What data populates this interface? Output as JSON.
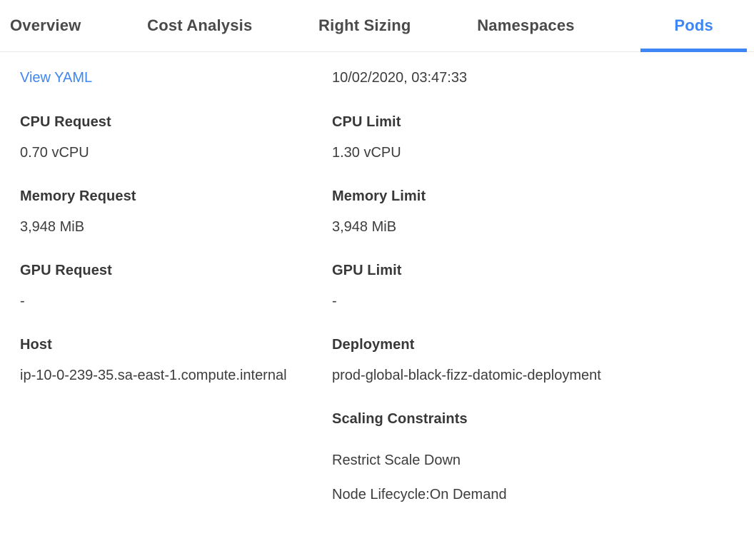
{
  "colors": {
    "accent": "#3e86f5",
    "label_text": "#383838",
    "value_text": "#3d3d3d",
    "tab_text": "#4a4a4a",
    "divider": "#e9e9e9"
  },
  "tabs": {
    "items": [
      {
        "label": "Overview",
        "active": false
      },
      {
        "label": "Cost Analysis",
        "active": false
      },
      {
        "label": "Right Sizing",
        "active": false
      },
      {
        "label": "Namespaces",
        "active": false
      },
      {
        "label": "Pods",
        "active": true
      }
    ]
  },
  "details": {
    "view_yaml_link": "View YAML",
    "timestamp": "10/02/2020, 03:47:33",
    "fields_left": [
      {
        "label": "CPU Request",
        "value": "0.70 vCPU"
      },
      {
        "label": "Memory Request",
        "value": "3,948 MiB"
      },
      {
        "label": "GPU Request",
        "value": "-"
      },
      {
        "label": "Host",
        "value": "ip-10-0-239-35.sa-east-1.compute.internal"
      }
    ],
    "fields_right": [
      {
        "label": "CPU Limit",
        "value": "1.30 vCPU"
      },
      {
        "label": "Memory Limit",
        "value": "3,948 MiB"
      },
      {
        "label": "GPU Limit",
        "value": "-"
      },
      {
        "label": "Deployment",
        "value": "prod-global-black-fizz-datomic-deployment"
      }
    ],
    "scaling": {
      "label": "Scaling Constraints",
      "items": [
        "Restrict Scale Down",
        "Node Lifecycle:On Demand"
      ]
    }
  }
}
